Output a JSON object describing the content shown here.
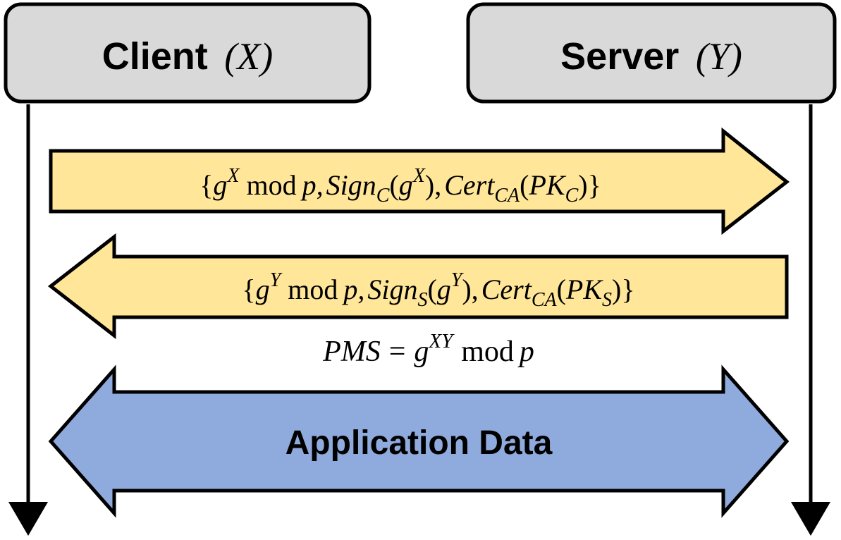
{
  "client": {
    "label": "Client",
    "var": "X"
  },
  "server": {
    "label": "Server",
    "var": "Y"
  },
  "msg1": {
    "open": "{",
    "g": "g",
    "exp": "X",
    "mod": "mod",
    "p": "p,",
    "sign": "Sign",
    "sign_sub": "C",
    "sign_arg_open": "(",
    "sign_arg_g": "g",
    "sign_arg_exp": "X",
    "sign_arg_close": "),",
    "cert": "Cert",
    "cert_sub": "CA",
    "cert_arg_open": "(",
    "pk": "PK",
    "pk_sub": "C",
    "close": ")}"
  },
  "msg2": {
    "open": "{",
    "g": "g",
    "exp": "Y",
    "mod": "mod",
    "p": "p,",
    "sign": "Sign",
    "sign_sub": "S",
    "sign_arg_open": "(",
    "sign_arg_g": "g",
    "sign_arg_exp": "Y",
    "sign_arg_close": "),",
    "cert": "Cert",
    "cert_sub": "CA",
    "cert_arg_open": "(",
    "pk": "PK",
    "pk_sub": "S",
    "close": ")}"
  },
  "pms": {
    "lhs": "PMS",
    "eq": "=",
    "g": "g",
    "exp": "XY",
    "mod": "mod",
    "p": "p"
  },
  "app_data": {
    "label": "Application Data"
  },
  "colors": {
    "box_fill": "#d9d9d9",
    "message_fill": "#ffe699",
    "app_data_fill": "#8faadc",
    "stroke": "#000000"
  }
}
